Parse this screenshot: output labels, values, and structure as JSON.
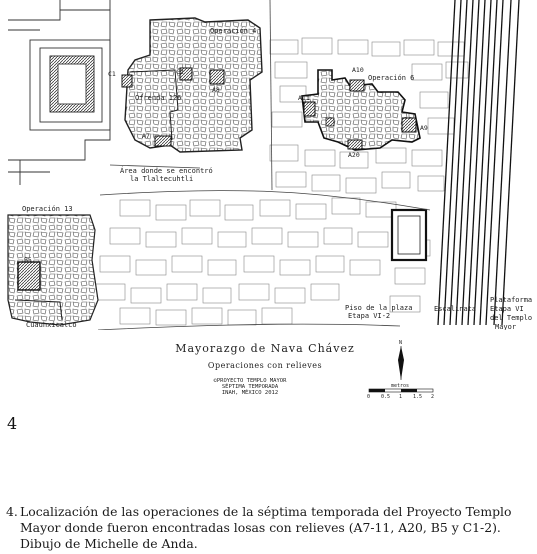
{
  "plan": {
    "labels": {
      "operacion4": "Operación 4",
      "operacion6": "Operación 6",
      "operacion13": "Operación 13",
      "ofrenda126": "Ofrenda 126",
      "area_line1": "Área donde se encontró",
      "area_line2": "la Tlaltecuhtli",
      "cuauhxicalco": "Cuauhxicalco",
      "piso_line1": "Piso de la plaza",
      "piso_line2": "Etapa VI-2",
      "escalinata": "Escalinata",
      "plataforma_line1": "Plataforma",
      "plataforma_line2": "Etapa VI",
      "plataforma_line3": "del Templo",
      "plataforma_line4": "Mayor"
    },
    "slabs": {
      "c1": "C1",
      "c2": "C2",
      "a8": "A8",
      "a7": "A7",
      "a10": "A10",
      "a11": "A11",
      "a9": "A9",
      "a20": "A20",
      "b5": "B5"
    },
    "title_block": {
      "title": "Mayorazgo de Nava Chávez",
      "subtitle": "Operaciones con relieves",
      "credit1": "©PROYECTO TEMPLO MAYOR",
      "credit2": "SÉPTIMA TEMPORADA",
      "credit3": "INAH, MÉXICO 2012",
      "north": "N",
      "scale_unit": "metros",
      "scale_ticks": [
        "0",
        "0.5",
        "1",
        "1.5",
        "2"
      ]
    }
  },
  "page_number": "4",
  "caption": {
    "number": "4.",
    "line1": "Localización de las operaciones de la séptima temporada del Proyecto Templo",
    "line2": "Mayor donde fueron encontradas losas con relieves (A7-11, A20, B5 y C1-2).",
    "line3": "Dibujo de Michelle de Anda."
  }
}
